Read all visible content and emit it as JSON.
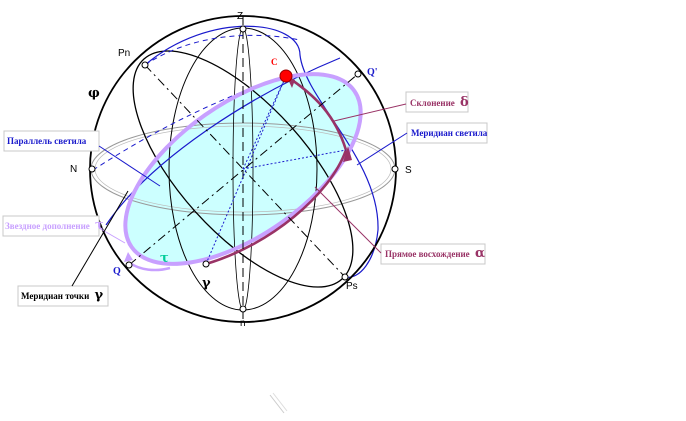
{
  "points": {
    "zenith": "Z",
    "nadir": "n",
    "north": "N",
    "south": "S",
    "pole_north": "Pn",
    "pole_south": "Ps",
    "equator_left": "Q",
    "equator_right": "Q'",
    "star": "C",
    "vernal_equinox": "γ"
  },
  "latitude_symbol": "φ",
  "hour_angle_symbol": "τ",
  "labels": {
    "declination": "Склонение",
    "declination_symbol": "δ",
    "star_meridian": "Меридиан светила",
    "star_parallel": "Параллель светила",
    "sidereal_hour_angle": "Звездное дополнение",
    "sidereal_hour_angle_symbol": "τ",
    "right_ascension": "Прямое восхождение",
    "right_ascension_symbol": "α",
    "point_meridian": "Меридиан точки",
    "point_meridian_symbol": "γ"
  },
  "colors": {
    "equator_fill": "#ccffff",
    "equator_ring": "#c8a0ff",
    "arc_dark": "#993366",
    "blue_line": "#1a1acc",
    "star_dot": "#ff0000",
    "star_label": "#ff0000",
    "declination_text": "#993366",
    "shaa_text": "#c8a0ff"
  }
}
